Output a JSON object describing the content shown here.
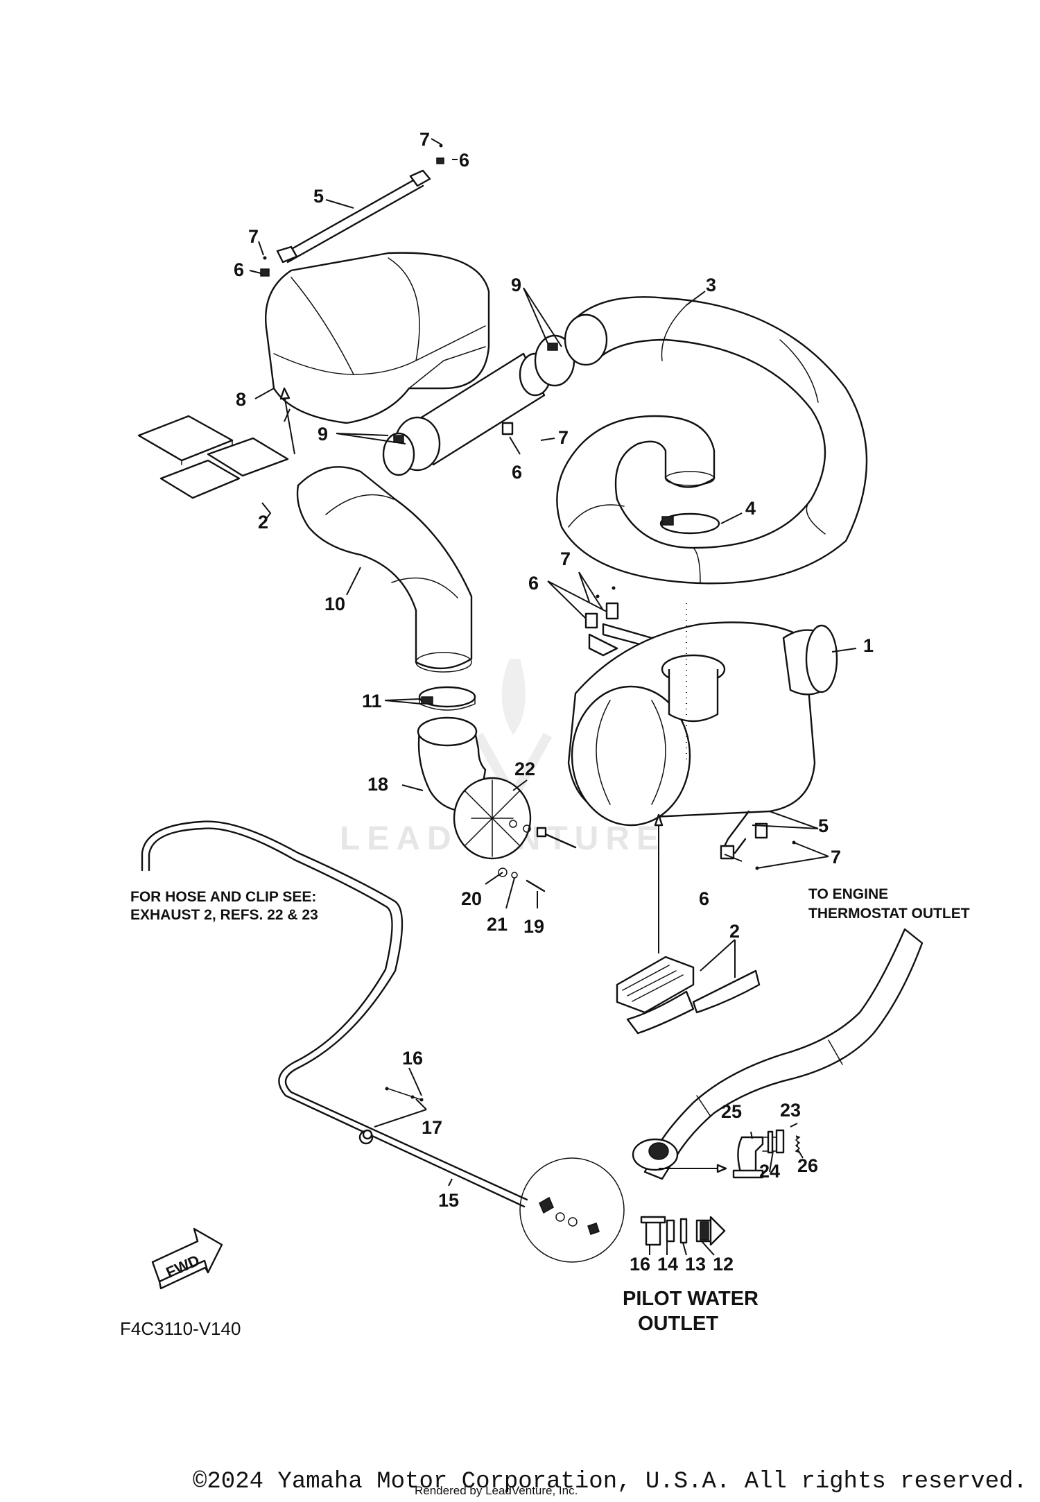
{
  "diagram": {
    "code": "F4C3110-V140",
    "callouts": {
      "c7a": "7",
      "c6a": "6",
      "c5a": "5",
      "c7b": "7",
      "c6b": "6",
      "c3": "3",
      "c9a": "9",
      "c8": "8",
      "c9b": "9",
      "c7c": "7",
      "c6c": "6",
      "c2a": "2",
      "c4": "4",
      "c10": "10",
      "c7d": "7",
      "c6d": "6",
      "c1": "1",
      "c11": "11",
      "c22": "22",
      "c18": "18",
      "c5b": "5",
      "c7e": "7",
      "c6e": "6",
      "c20": "20",
      "c21": "21",
      "c19": "19",
      "c2b": "2",
      "c16a": "16",
      "c17": "17",
      "c15": "15",
      "c25": "25",
      "c23": "23",
      "c24": "24",
      "c26": "26",
      "c16b": "16",
      "c14": "14",
      "c13": "13",
      "c12": "12"
    },
    "notes": {
      "hose_line1": "FOR HOSE AND CLIP SEE:",
      "hose_line2": "EXHAUST 2, REFS. 22 & 23",
      "engine_line1": "TO ENGINE",
      "engine_line2": "THERMOSTAT OUTLET",
      "pilot_line1": "PILOT WATER",
      "pilot_line2": "OUTLET"
    },
    "fwd_label": "FWD",
    "watermark": "LEADVENTURE",
    "copyright": "©2024 Yamaha Motor Corporation, U.S.A. All rights reserved.",
    "rendered_by": "Rendered by LeadVenture, Inc."
  }
}
